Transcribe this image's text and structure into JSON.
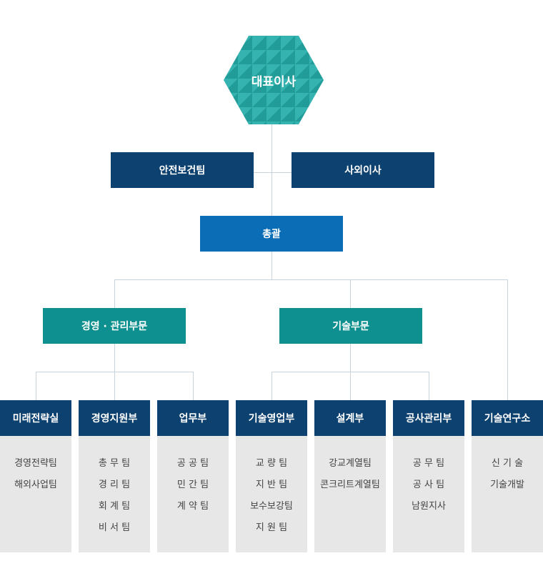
{
  "ceo": {
    "label": "대표이사"
  },
  "side": [
    {
      "label": "안전보건팀"
    },
    {
      "label": "사외이사"
    }
  ],
  "general": {
    "label": "총괄"
  },
  "divisions": [
    {
      "label": "경영 · 관리부문"
    },
    {
      "label": "기술부문"
    }
  ],
  "departments": [
    {
      "label": "미래전략실",
      "teams": [
        "경영전략팀",
        "해외사업팀"
      ]
    },
    {
      "label": "경영지원부",
      "teams": [
        "총 무 팀",
        "경 리 팀",
        "회 계 팀",
        "비 서 팀"
      ]
    },
    {
      "label": "업무부",
      "teams": [
        "공 공 팀",
        "민 간 팀",
        "계 약 팀"
      ]
    },
    {
      "label": "기술영업부",
      "teams": [
        "교 량 팀",
        "지 반 팀",
        "보수보강팀",
        "지 원 팀"
      ]
    },
    {
      "label": "설계부",
      "teams": [
        "강교계열팀",
        "콘크리트계열팀"
      ]
    },
    {
      "label": "공사관리부",
      "teams": [
        "공 무 팀",
        "공 사 팀",
        "남원지사"
      ]
    },
    {
      "label": "기술연구소",
      "teams": [
        "신 기 술",
        "기술개발"
      ]
    }
  ],
  "colors": {
    "navy": "#0d416f",
    "blue": "#0a6db5",
    "teal": "#0f9090",
    "hex": "#2aa9a6",
    "connector": "#c9d3dc",
    "team_bg": "#e7e7e7"
  }
}
